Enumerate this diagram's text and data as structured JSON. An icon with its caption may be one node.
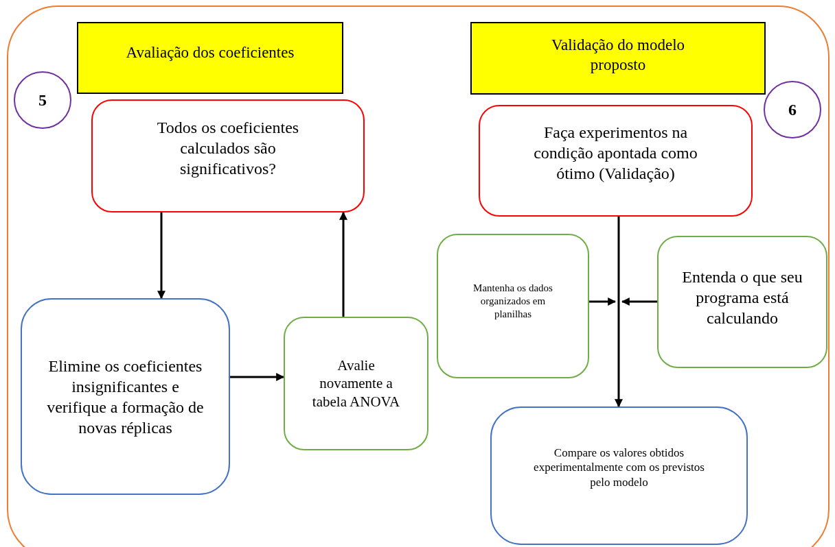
{
  "diagram": {
    "nodes": [
      {
        "text": [
          "Avaliação dos coeficientes"
        ]
      },
      {
        "text": [
          "5"
        ]
      },
      {
        "text": [
          "Todos os coeficientes calculados são significativos?"
        ]
      },
      {
        "text": [
          "Elimine os coeficientes insignificantes e verifique a formação de novas réplicas"
        ]
      },
      {
        "text": [
          "Avalie novamente a tabela ANOVA"
        ]
      },
      {
        "text": [
          "Validação do modelo proposto"
        ]
      },
      {
        "text": [
          "6"
        ]
      },
      {
        "text": [
          "Faça experimentos na condição apontada como ótimo (Validação)"
        ]
      },
      {
        "text": [
          "Mantenha os dados organizados em planilhas"
        ]
      },
      {
        "text": [
          "Entenda o que seu programa está calculando"
        ]
      },
      {
        "text": [
          "Compare os valores obtidos experimentalmente com os previstos pelo modelo"
        ]
      }
    ],
    "edges": [
      {
        "from": 2,
        "to": 3,
        "arrow": "to"
      },
      {
        "from": 3,
        "to": 4,
        "arrow": "to"
      },
      {
        "from": 4,
        "to": 2,
        "arrow": "to"
      },
      {
        "from": 7,
        "to": 10,
        "arrow": "to"
      },
      {
        "from": 8,
        "to": null,
        "arrow": "to"
      },
      {
        "from": 9,
        "to": null,
        "arrow": "to"
      }
    ]
  }
}
